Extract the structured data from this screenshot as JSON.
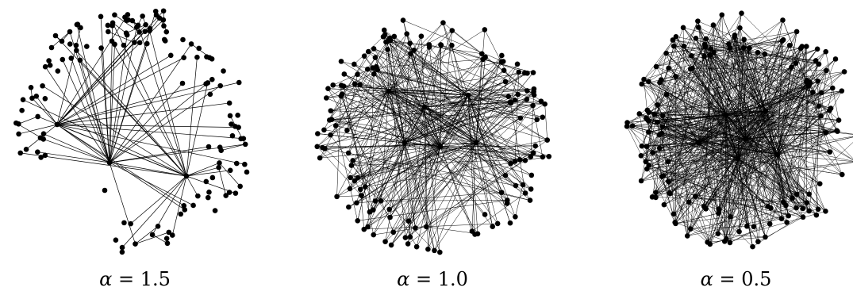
{
  "panels": [
    {
      "caption": {
        "symbol": "α",
        "text": "= 1.5"
      }
    },
    {
      "caption": {
        "symbol": "α",
        "text": "= 1.0"
      }
    },
    {
      "caption": {
        "symbol": "α",
        "text": "= 0.5"
      }
    }
  ],
  "colors": {
    "node": "#000000",
    "edge": "#000000",
    "background": "#ffffff"
  }
}
